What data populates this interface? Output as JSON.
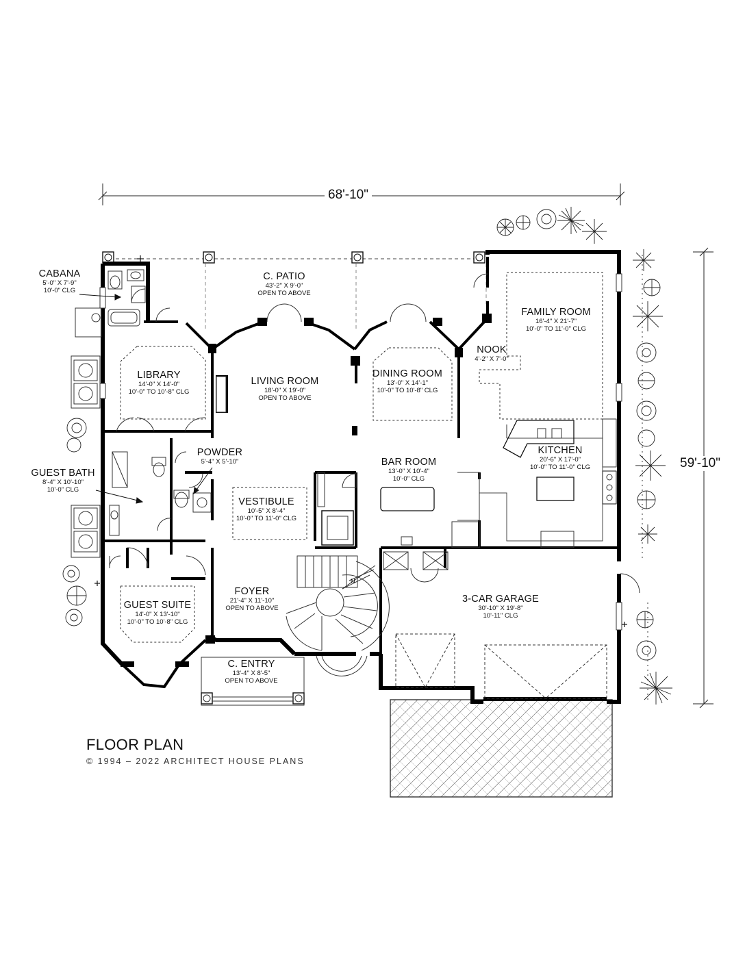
{
  "dimensions": {
    "width": "68'-10\"",
    "depth": "59'-10\""
  },
  "rooms": {
    "cabana": {
      "name": "CABANA",
      "size": "5'-0\" X 7'-9\"",
      "ceiling": "10'-0\" CLG"
    },
    "patio": {
      "name": "C. PATIO",
      "size": "43'-2\" X 9'-0\"",
      "ceiling": "OPEN TO ABOVE"
    },
    "family_room": {
      "name": "FAMILY ROOM",
      "size": "16'-4\" X 21'-7\"",
      "ceiling": "10'-0\" TO 11'-0\" CLG"
    },
    "nook": {
      "name": "NOOK",
      "size": "4'-2\" X 7'-0\""
    },
    "library": {
      "name": "LIBRARY",
      "size": "14'-0\" X 14'-0\"",
      "ceiling": "10'-0\" TO 10'-8\" CLG"
    },
    "living_room": {
      "name": "LIVING ROOM",
      "size": "18'-0\" X 19'-0\"",
      "ceiling": "OPEN TO ABOVE"
    },
    "dining_room": {
      "name": "DINING ROOM",
      "size": "13'-0\" X 14'-1\"",
      "ceiling": "10'-0\" TO 10'-8\" CLG"
    },
    "powder": {
      "name": "POWDER",
      "size": "5'-4\" X 5'-10\""
    },
    "kitchen": {
      "name": "KITCHEN",
      "size": "20'-6\" X 17'-0\"",
      "ceiling": "10'-0\" TO 11'-0\" CLG"
    },
    "guest_bath": {
      "name": "GUEST BATH",
      "size": "8'-4\" X 10'-10\"",
      "ceiling": "10'-0\" CLG"
    },
    "bar_room": {
      "name": "BAR ROOM",
      "size": "13'-0\" X 10'-4\"",
      "ceiling": "10'-0\" CLG"
    },
    "vestibule": {
      "name": "VESTIBULE",
      "size": "10'-5\" X 8'-4\"",
      "ceiling": "10'-0\" TO 11'-0\" CLG"
    },
    "foyer": {
      "name": "FOYER",
      "size": "21'-4\" X 11'-10\"",
      "ceiling": "OPEN TO ABOVE"
    },
    "guest_suite": {
      "name": "GUEST SUITE",
      "size": "14'-0\" X 13'-10\"",
      "ceiling": "10'-0\" TO 10'-8\" CLG"
    },
    "garage": {
      "name": "3-CAR GARAGE",
      "size": "30'-10\" X 19'-8\"",
      "ceiling": "10'-11\" CLG"
    },
    "entry": {
      "name": "C. ENTRY",
      "size": "13'-4\" X 8'-5\"",
      "ceiling": "OPEN TO ABOVE"
    }
  },
  "title": "FLOOR PLAN",
  "copyright": "© 1994 – 2022 ARCHITECT HOUSE PLANS",
  "north_label": "N"
}
